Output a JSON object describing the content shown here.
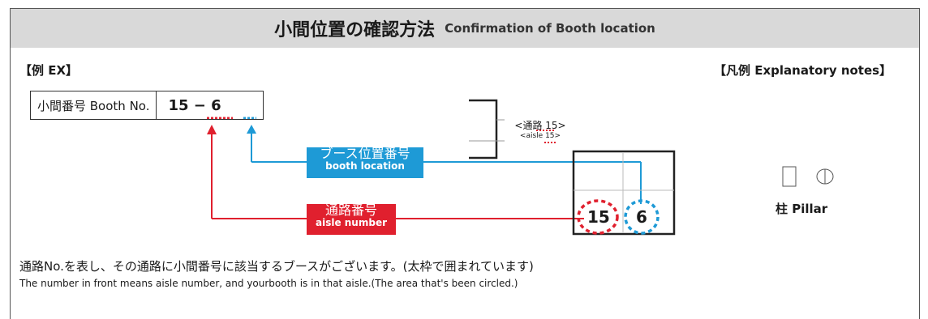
{
  "header": {
    "title_jp": "小間位置の確認方法",
    "title_en": "Confirmation of Booth location"
  },
  "example_label": "【例 EX】",
  "legend_label": "【凡例 Explanatory notes】",
  "booth": {
    "label": "小間番号 Booth No.",
    "value": "15 − 6"
  },
  "tags": {
    "booth_location_jp": "ブース位置番号",
    "booth_location_en": "booth location",
    "aisle_number_jp": "通路番号",
    "aisle_number_en": "aisle number"
  },
  "aisle_note": {
    "jp": "<通路 15>",
    "en": "<aisle 15>"
  },
  "map_numbers": {
    "aisle": "15",
    "booth": "6"
  },
  "pillar_label": "柱 Pillar",
  "footer": {
    "note_jp": "通路No.を表し、その通路に小間番号に該当するブースがございます。(太枠で囲まれています)",
    "note_en": "The number in front means aisle number, and yourbooth is in that aisle.(The area that's been circled.)"
  },
  "colors": {
    "blue": "#1e9ad6",
    "red": "#e0202e",
    "header_bg": "#d9d9d9"
  }
}
